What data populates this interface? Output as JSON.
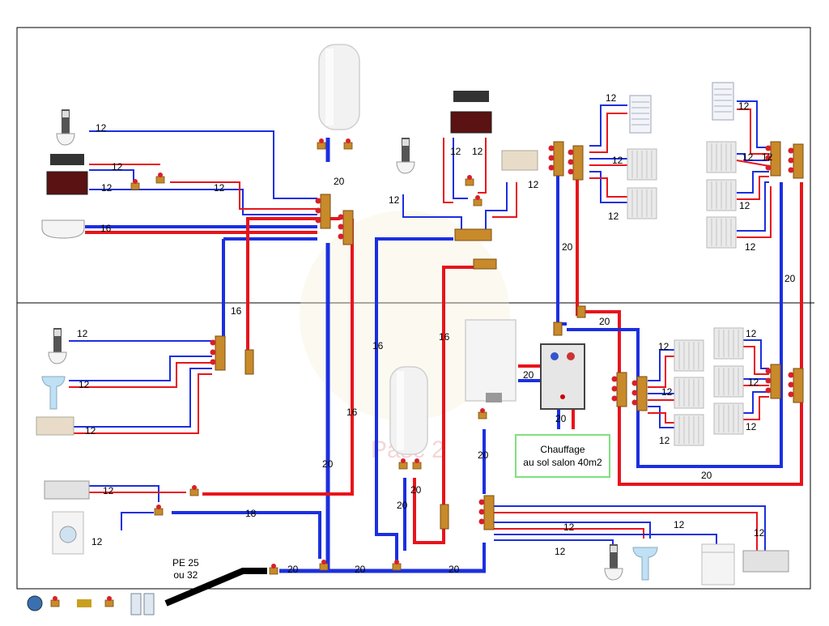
{
  "labels": {
    "d12": "12",
    "d16": "16",
    "d18": "18",
    "d20": "20"
  },
  "note": {
    "line1": "Chauffage",
    "line2": "au sol salon 40m2"
  },
  "pe": {
    "line1": "PE 25",
    "line2": "ou 32"
  },
  "watermark": "Pasc 2",
  "colors": {
    "hot": "#e8141b",
    "cold": "#1b2fe0",
    "supply": "#000000",
    "frame": "#000000",
    "note_border": "#7fe07f"
  },
  "icons": [
    "wc-icon",
    "vanity-icon",
    "bathtub-icon",
    "shower-tray-icon",
    "washbasin-icon",
    "sink-icon",
    "washing-machine-icon",
    "dishwasher-icon",
    "water-heater-icon",
    "boiler-icon",
    "heat-exchanger-icon",
    "radiator-icon",
    "towel-radiator-icon",
    "manifold-icon",
    "valve-icon",
    "water-meter-icon",
    "filter-icon"
  ]
}
